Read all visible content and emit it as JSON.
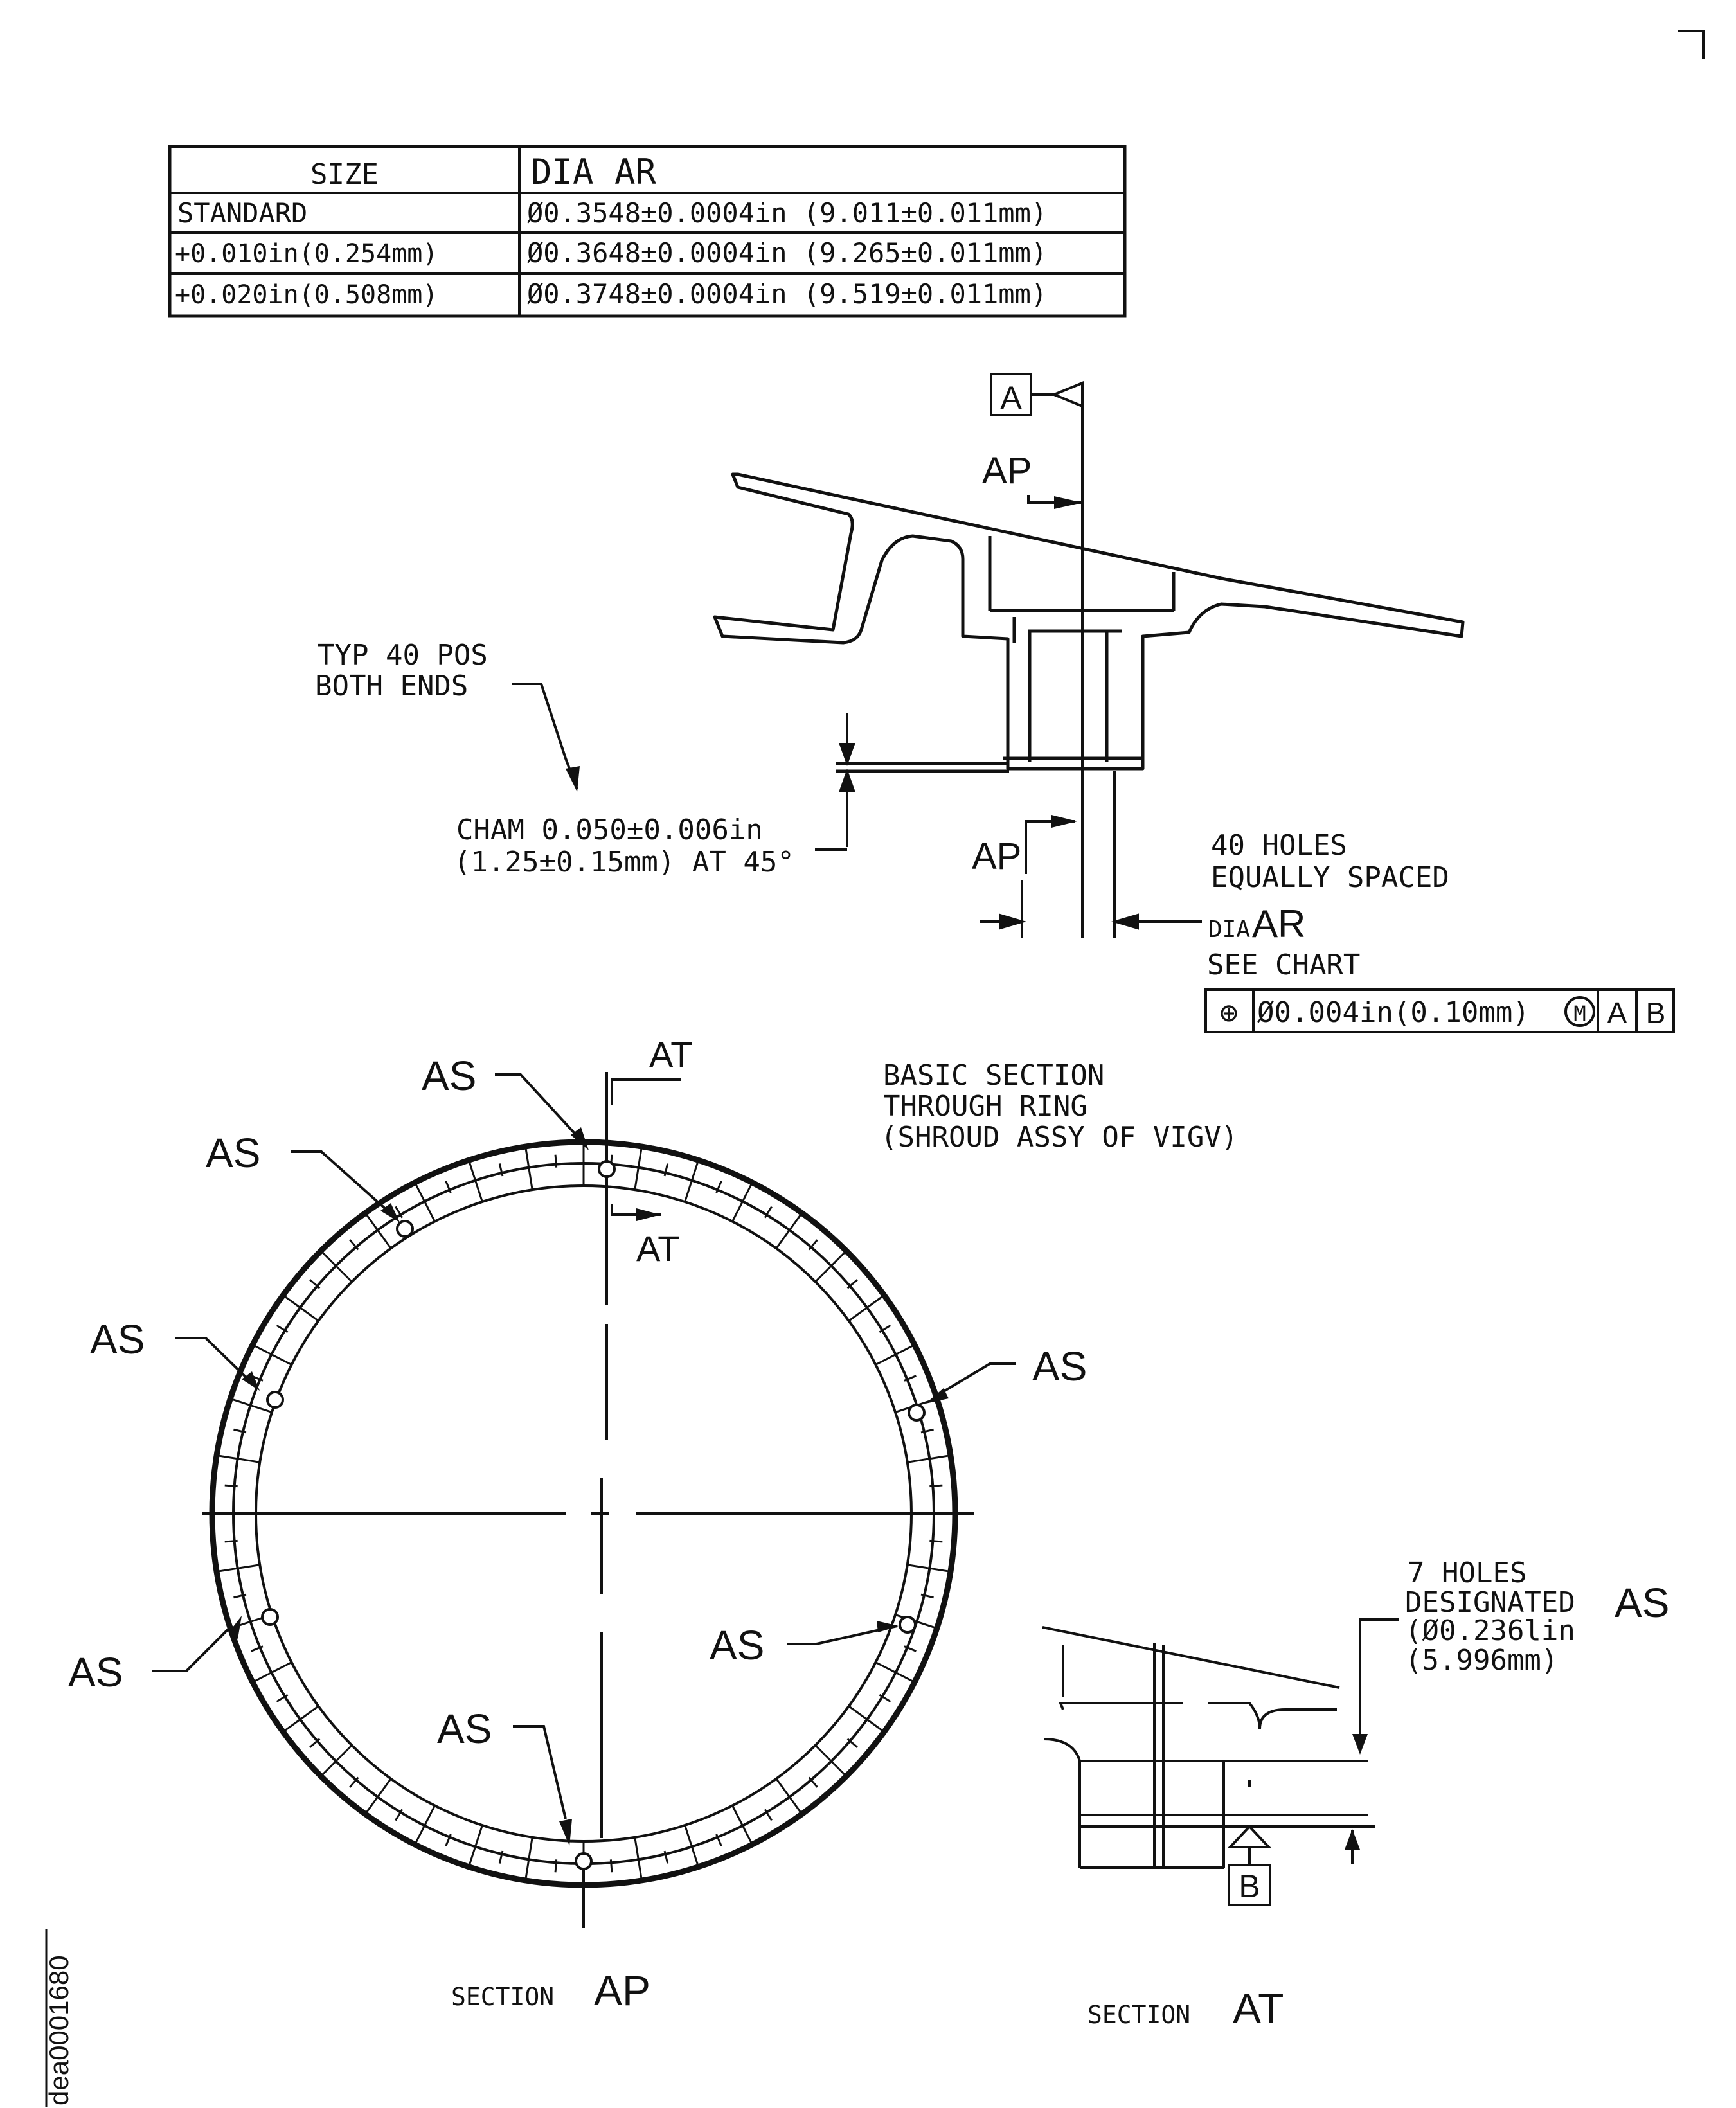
{
  "size_table": {
    "header": [
      "SIZE",
      "DIA AR"
    ],
    "rows": [
      [
        "STANDARD",
        "Ø0.3548±0.0004in (9.011±0.011mm)"
      ],
      [
        "+0.010in(0.254mm)",
        "Ø0.3648±0.0004in (9.265±0.011mm)"
      ],
      [
        "+0.020in(0.508mm)",
        "Ø0.3748±0.0004in (9.519±0.011mm)"
      ]
    ]
  },
  "datum_a": "A",
  "datum_b": "B",
  "view_ap_upper": "AP",
  "view_ap_lower": "AP",
  "note_typ": [
    "TYP 40 POS",
    "BOTH ENDS"
  ],
  "note_cham": [
    "CHAM 0.050±0.006in",
    "(1.25±0.15mm) AT 45°"
  ],
  "note_holes": [
    "40 HOLES",
    "EQUALLY SPACED"
  ],
  "dia_ar_label": [
    "DIA",
    "AR"
  ],
  "see_chart": "SEE CHART",
  "fcf": {
    "symbol": "⊕",
    "tolerance": "Ø0.004in(0.10mm)",
    "modifier": "M",
    "datum1": "A",
    "datum2": "B"
  },
  "view_at_top": "AT",
  "view_at_bottom": "AT",
  "basic_section": [
    "BASIC SECTION",
    "THROUGH RING",
    "(SHROUD ASSY OF VIGV)"
  ],
  "hole_label": "AS",
  "note_seven": [
    "7 HOLES",
    "DESIGNATED",
    "AS",
    "(Ø0.236lin",
    "(5.996mm)"
  ],
  "section_ap": [
    "SECTION",
    "AP"
  ],
  "section_at": [
    "SECTION",
    "AT"
  ],
  "doc_id": "dea0001680"
}
